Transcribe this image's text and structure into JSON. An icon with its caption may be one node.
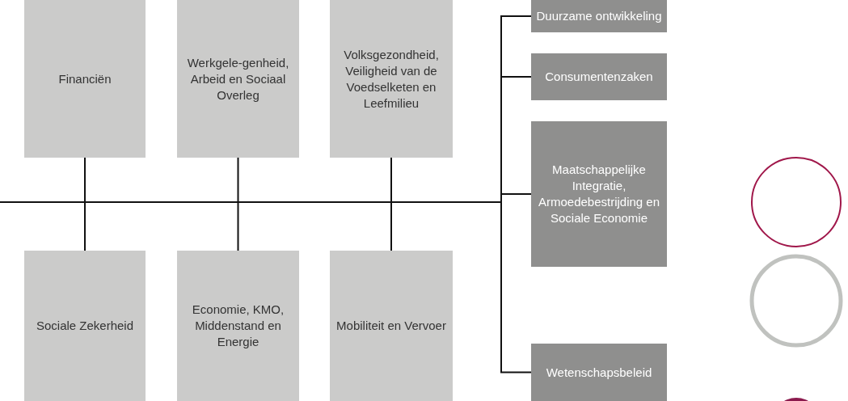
{
  "diagram": {
    "nodes": [
      {
        "text": [
          "Financiën"
        ]
      },
      {
        "text": [
          "Werkgele-genheid, Arbeid en Sociaal Overleg"
        ]
      },
      {
        "text": [
          "Volksgezondheid, Veiligheid van de Voedselketen en Leefmilieu"
        ]
      },
      {
        "text": [
          "Sociale Zekerheid"
        ]
      },
      {
        "text": [
          "Economie, KMO, Middenstand en Energie"
        ]
      },
      {
        "text": [
          "Mobiliteit en Vervoer"
        ]
      },
      {
        "text": [
          "Duurzame ontwikkeling"
        ]
      },
      {
        "text": [
          "Consumentenzaken"
        ]
      },
      {
        "text": [
          "Maatschappelijke Integratie, Armoedebestrijding en Sociale Economie"
        ]
      },
      {
        "text": [
          "Wetenschapsbeleid"
        ]
      }
    ],
    "edges": [
      {
        "from": null,
        "to": 0,
        "arrow": "none"
      },
      {
        "from": null,
        "to": 1,
        "arrow": "none"
      },
      {
        "from": null,
        "to": 2,
        "arrow": "none"
      },
      {
        "from": null,
        "to": 3,
        "arrow": "none"
      },
      {
        "from": null,
        "to": 4,
        "arrow": "none"
      },
      {
        "from": null,
        "to": 5,
        "arrow": "none"
      },
      {
        "from": null,
        "to": 6,
        "arrow": "none"
      },
      {
        "from": null,
        "to": 7,
        "arrow": "none"
      },
      {
        "from": null,
        "to": 8,
        "arrow": "none"
      },
      {
        "from": null,
        "to": 9,
        "arrow": "none"
      }
    ]
  }
}
